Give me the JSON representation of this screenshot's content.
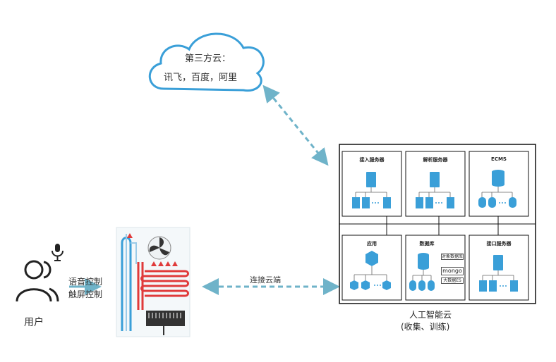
{
  "third_party_cloud": {
    "title": "第三方云：",
    "providers": "讯飞，百度，阿里"
  },
  "user": {
    "label": "用户",
    "control_voice": "语音控制",
    "control_touch": "触屏控制"
  },
  "link_label": "连接云端",
  "ai_cloud": {
    "name": "人工智能云",
    "description": "(收集、训练)",
    "servers": [
      {
        "title": "接入服务器"
      },
      {
        "title": "解析服务器"
      },
      {
        "title": "ECMS"
      },
      {
        "title": "应用"
      },
      {
        "title": "数据库",
        "tags": [
          "对象数据库",
          "mongo",
          "大数据ES"
        ]
      },
      {
        "title": "接口服务器"
      }
    ]
  },
  "colors": {
    "accent_blue": "#3a9fd8",
    "arrow_teal": "#6fb3c9",
    "heater_red": "#e03a3a"
  }
}
